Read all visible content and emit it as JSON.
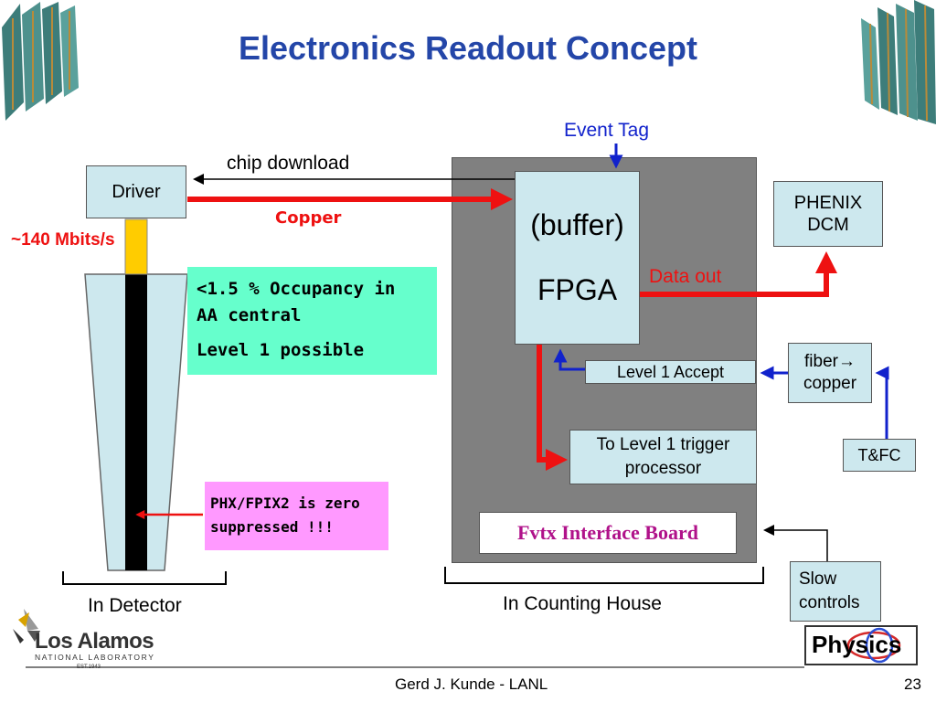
{
  "title": "Electronics Readout Concept",
  "labels": {
    "event_tag": "Event Tag",
    "chip_download": "chip download",
    "copper": "Copper",
    "bandwidth": "~140 Mbits/s",
    "data_out": "Data out",
    "in_detector": "In Detector",
    "in_counting_house": "In Counting House"
  },
  "boxes": {
    "driver": "Driver",
    "buffer": "(buffer)",
    "fpga": "FPGA",
    "phenix_dcm_line1": "PHENIX",
    "phenix_dcm_line2": "DCM",
    "level1_accept": "Level 1 Accept",
    "fiber_line1": "fiber→",
    "fiber_line2": "copper",
    "tfc": "T&FC",
    "trigger_line1": "To Level 1  trigger",
    "trigger_line2": "processor",
    "fvtx_board": "Fvtx Interface Board",
    "slow_line1": "Slow",
    "slow_line2": "controls"
  },
  "notes": {
    "occupancy_line1": "<1.5 % Occupancy in",
    "occupancy_line2": "AA central",
    "level1_possible": "Level 1 possible",
    "zero_line1": "PHX/FPIX2 is zero",
    "zero_line2": "suppressed !!!"
  },
  "footer": {
    "lab_name": "Los Alamos",
    "lab_sub": "NATIONAL LABORATORY",
    "lab_est": "EST.1943",
    "author": "Gerd J. Kunde - LANL",
    "page": "23",
    "physics_logo": "Physics"
  },
  "colors": {
    "title": "#2446a8",
    "arrow_red": "#ee1111",
    "arrow_blue": "#1122cc",
    "counting_house": "#808080",
    "box_fill": "#cde8ee",
    "note_green": "#66ffcc",
    "note_pink": "#ff99ff"
  }
}
